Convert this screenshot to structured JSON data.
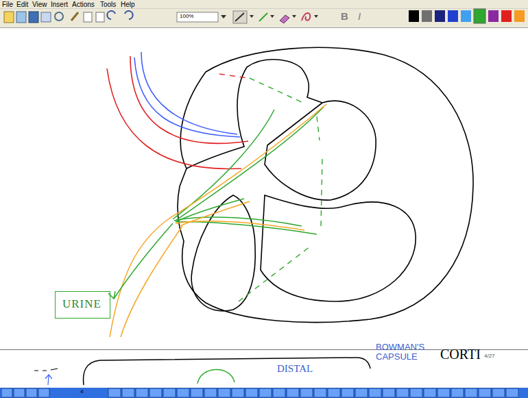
{
  "diagram": {
    "nodes": [
      {
        "text": [
          "URINE"
        ]
      }
    ],
    "labels": [
      "File",
      "Edit",
      "View",
      "Insert",
      "Actions",
      "Tools",
      "Help",
      "100%",
      "B",
      "I",
      "DISTAL",
      "BOWMAN'S CAPSULE",
      "CORTI",
      "4/27",
      "4"
    ]
  }
}
